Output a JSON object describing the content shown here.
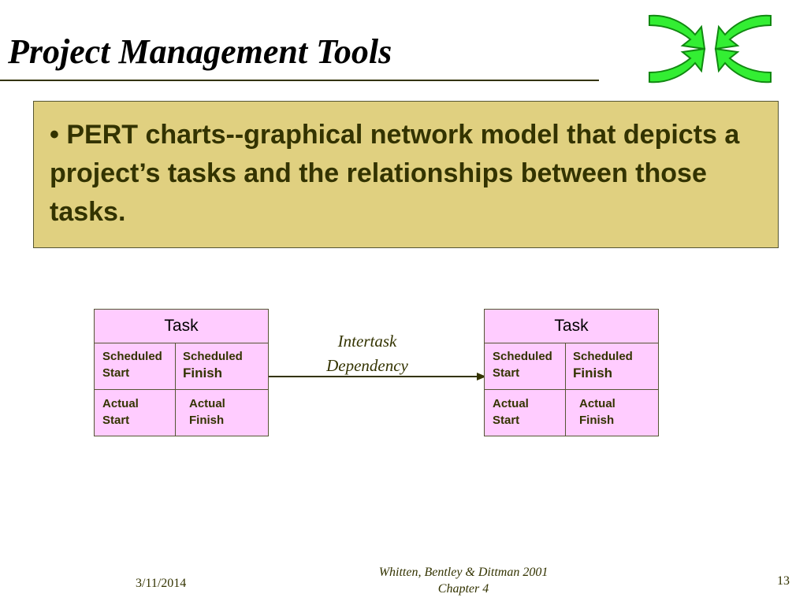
{
  "slide": {
    "title": "Project Management Tools",
    "logo_icon": "green-arrows-logo-icon",
    "bullet": "• PERT charts--graphical network model that depicts a project’s tasks and the relationships between those tasks."
  },
  "diagram": {
    "left_node": {
      "title": "Task",
      "scheduled_start": "Scheduled\nStart",
      "scheduled_finish_line1": "Scheduled",
      "scheduled_finish_line2": "Finish",
      "actual_start": "Actual\nStart",
      "actual_finish": "Actual\nFinish"
    },
    "right_node": {
      "title": "Task",
      "scheduled_start": "Scheduled\nStart",
      "scheduled_finish_line1": "Scheduled",
      "scheduled_finish_line2": "Finish",
      "actual_start": "Actual\nStart",
      "actual_finish": "Actual\nFinish"
    },
    "dependency_label": "Intertask\nDependency"
  },
  "footer": {
    "date": "3/11/2014",
    "credit_line1": "Whitten, Bentley & Dittman 2001",
    "credit_line2": "Chapter 4",
    "page_number": "13"
  },
  "colors": {
    "content_box": "#e0d080",
    "node_fill": "#ffccff",
    "text": "#333300",
    "logo_green": "#33ee33"
  }
}
